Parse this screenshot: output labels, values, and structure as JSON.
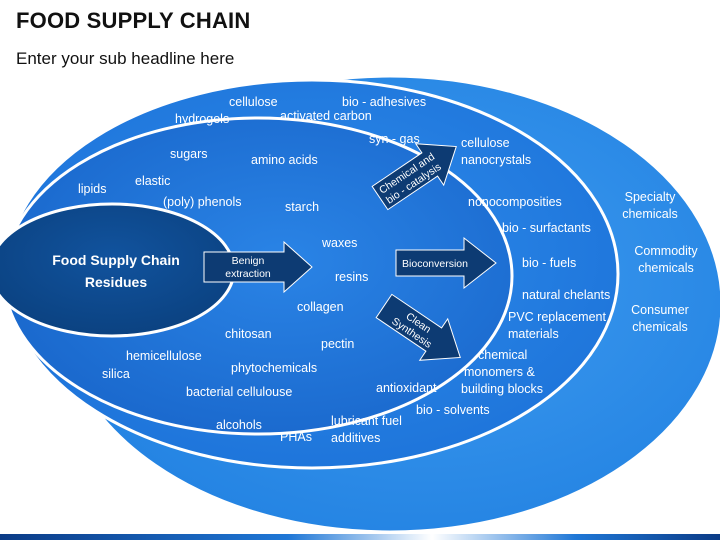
{
  "header": {
    "title": "FOOD SUPPLY CHAIN",
    "subtitle": "Enter your sub headline here"
  },
  "colors": {
    "outer_ring": "#2a8bea",
    "middle_ring": "#1e7ae2",
    "inner_ring": "#1768cf",
    "center": "#0c4a8f",
    "arrow": "#0d3b73"
  },
  "center_label": {
    "line1": "Food Supply Chain",
    "line2": "Residues"
  },
  "arrows": {
    "benign": {
      "line1": "Benign",
      "line2": "extraction"
    },
    "chemical": {
      "line1": "Chemical and",
      "line2": "bio - catalysis"
    },
    "bioconversion": "Bioconversion",
    "clean": {
      "line1": "Clean",
      "line2": "Synthesis"
    }
  },
  "inner_terms": {
    "cellulose": "cellulose",
    "bio_adhesives": "bio - adhesives",
    "hydrogels": "hydrogels",
    "activated_carbon": "activated carbon",
    "sugars": "sugars",
    "amino_acids": "amino acids",
    "lipids": "lipids",
    "elastic": "elastic",
    "poly_phenols": "(poly) phenols",
    "starch": "starch",
    "waxes": "waxes",
    "resins": "resins",
    "collagen": "collagen",
    "chitosan": "chitosan",
    "pectin": "pectin",
    "hemicellulose": "hemicellulose",
    "silica": "silica",
    "phytochemicals": "phytochemicals",
    "bacterial_cellulouse": "bacterial cellulouse",
    "alcohols": "alcohols",
    "phas": "PHAs",
    "syn_gas": "syn - gas"
  },
  "middle_terms": {
    "cellulose_nano_1": "cellulose",
    "cellulose_nano_2": "nanocrystals",
    "nonocomposities": "nonocomposities",
    "bio_surfactants": "bio - surfactants",
    "bio_fuels": "bio - fuels",
    "natural_chelants": "natural chelants",
    "pvc_1": "PVC replacement",
    "pvc_2": "materials",
    "chemical_1": "chemical",
    "chemical_2": "monomers &",
    "chemical_3": "building blocks",
    "antioxidant": "antioxidant",
    "bio_solvents": "bio - solvents",
    "lubricant_1": "lubricant fuel",
    "lubricant_2": "additives"
  },
  "outer_terms": {
    "specialty_1": "Specialty",
    "specialty_2": "chemicals",
    "commodity_1": "Commodity",
    "commodity_2": "chemicals",
    "consumer_1": "Consumer",
    "consumer_2": "chemicals"
  }
}
